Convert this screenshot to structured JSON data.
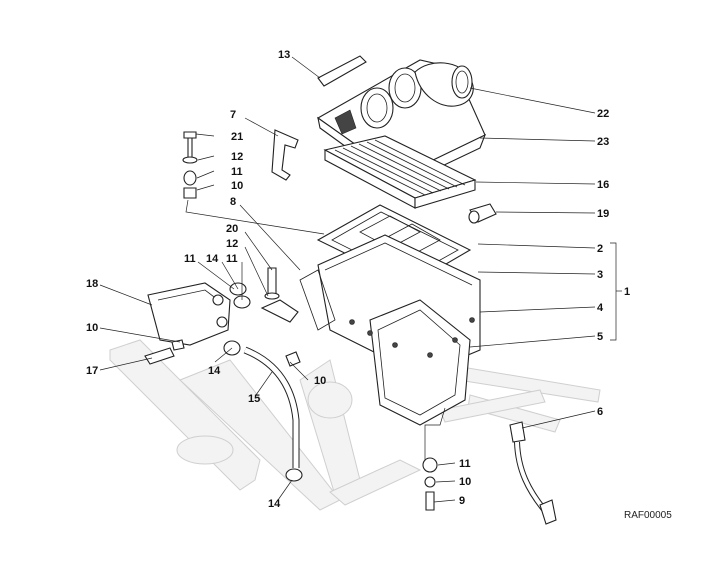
{
  "diagram": {
    "reference_code": "RAF00005",
    "labels": [
      {
        "key": "13",
        "text": "13"
      },
      {
        "key": "7",
        "text": "7"
      },
      {
        "key": "22",
        "text": "22"
      },
      {
        "key": "23",
        "text": "23"
      },
      {
        "key": "21",
        "text": "21"
      },
      {
        "key": "12a",
        "text": "12"
      },
      {
        "key": "11a",
        "text": "11"
      },
      {
        "key": "10a",
        "text": "10"
      },
      {
        "key": "16",
        "text": "16"
      },
      {
        "key": "8",
        "text": "8"
      },
      {
        "key": "19",
        "text": "19"
      },
      {
        "key": "20",
        "text": "20"
      },
      {
        "key": "12b",
        "text": "12"
      },
      {
        "key": "2",
        "text": "2"
      },
      {
        "key": "11b",
        "text": "11"
      },
      {
        "key": "14a",
        "text": "14"
      },
      {
        "key": "11c",
        "text": "11"
      },
      {
        "key": "3",
        "text": "3"
      },
      {
        "key": "18",
        "text": "18"
      },
      {
        "key": "1",
        "text": "1"
      },
      {
        "key": "4",
        "text": "4"
      },
      {
        "key": "10b",
        "text": "10"
      },
      {
        "key": "5",
        "text": "5"
      },
      {
        "key": "17",
        "text": "17"
      },
      {
        "key": "14b",
        "text": "14"
      },
      {
        "key": "10c",
        "text": "10"
      },
      {
        "key": "15",
        "text": "15"
      },
      {
        "key": "6",
        "text": "6"
      },
      {
        "key": "11d",
        "text": "11"
      },
      {
        "key": "10d",
        "text": "10"
      },
      {
        "key": "14c",
        "text": "14"
      },
      {
        "key": "9",
        "text": "9"
      }
    ]
  }
}
